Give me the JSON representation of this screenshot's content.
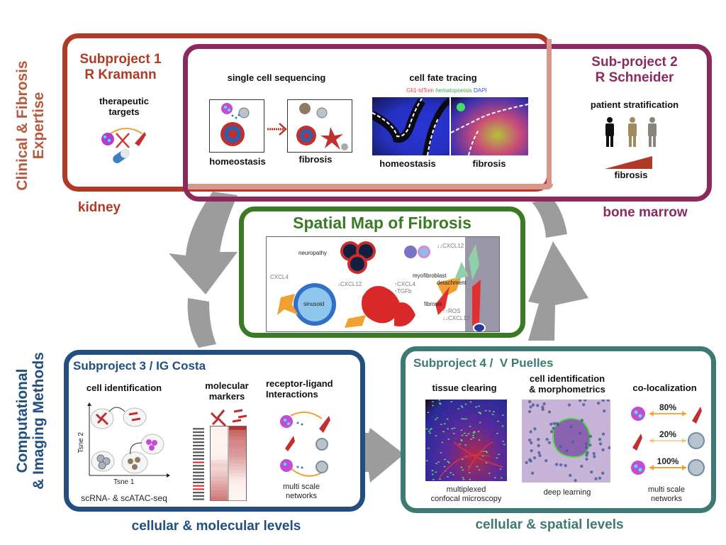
{
  "side_labels": {
    "top": "Clinical & Fibrosis\nExpertise",
    "top_line1": "Clinical & Fibrosis",
    "top_line2": "Expertise",
    "bottom_line1": "Computational",
    "bottom_line2": "& Imaging Methods"
  },
  "colors": {
    "kidney": "#b03a25",
    "kidney_light": "#d9968c",
    "marrow": "#8c2a5e",
    "spatial": "#3a7a25",
    "computational": "#234f80",
    "imaging": "#3e7a73",
    "arrow": "#9c9c9c"
  },
  "subproject1": {
    "title_line1": "Subproject 1",
    "title_line2": "R Kramann",
    "heading_line1": "therapeutic",
    "heading_line2": "targets",
    "organ": "kidney",
    "icon": "drug-target-blocked-icon"
  },
  "shared_panel": {
    "sequencing": {
      "heading": "single cell sequencing",
      "left_label": "homeostasis",
      "right_label": "fibrosis"
    },
    "fate_tracing": {
      "heading": "cell fate tracing",
      "legend": [
        {
          "text": "Gli1-tdTom",
          "color": "#e0404f"
        },
        {
          "text": "hematopoeisis",
          "color": "#3aa84a"
        },
        {
          "text": "DAPI",
          "color": "#3b4fd8"
        }
      ],
      "left_label": "homeostasis",
      "right_label": "fibrosis"
    }
  },
  "subproject2": {
    "title_line1": "Sub-project 2",
    "title_line2": "R Schneider",
    "heading": "patient stratification",
    "gradient_label": "fibrosis",
    "organ": "bone marrow",
    "person_colors": [
      "#111111",
      "#a08a5e",
      "#8a857c"
    ]
  },
  "center": {
    "title": "Spatial Map of Fibrosis",
    "annotations": {
      "neuropathy": "neuropathy",
      "cxcl4": "CXCL4",
      "sinusoid": "sinusoid",
      "down_cxcl12": "↓CXCL12",
      "up_cxcl4": "↑CXCL4",
      "up_tgfb": "↑TGFb",
      "myofibroblast": "myofibroblast",
      "fibrosis": "fibrosis",
      "detachment": "detachment",
      "down2_cxcl12_top": "↓↓CXCL12",
      "up2_ros": "↑↑ROS",
      "down2_cxcl12_bottom": "↓↓CXCL12"
    }
  },
  "subproject3": {
    "title": "Subproject 3 / IG Costa",
    "cell_id": {
      "heading": "cell identification",
      "x_axis": "Tsne 1",
      "y_axis": "Tsne 2",
      "caption": "scRNA- & scATAC-seq"
    },
    "markers": {
      "heading_line1": "molecular",
      "heading_line2": "markers",
      "col1": [
        0.05,
        0.04,
        0.04,
        0.03,
        0.03,
        0.03,
        0.04,
        0.04,
        0.05,
        0.06,
        0.15,
        0.2,
        0.18,
        0.22,
        0.25,
        0.3,
        0.35,
        0.4,
        0.45,
        0.5,
        0.55,
        0.6
      ],
      "col2": [
        0.95,
        0.7,
        0.65,
        0.6,
        0.55,
        0.55,
        0.5,
        0.48,
        0.45,
        0.4,
        0.35,
        0.3,
        0.25,
        0.2,
        0.15,
        0.1,
        0.06,
        0.05,
        0.04,
        0.04,
        0.03,
        0.03
      ],
      "highlighted_rows": [
        10,
        17,
        18
      ]
    },
    "interactions": {
      "heading_line1": "receptor-ligand",
      "heading_line2": "Interactions",
      "caption_line1": "multi scale",
      "caption_line2": "networks"
    },
    "level": "cellular & molecular levels"
  },
  "subproject4": {
    "title": "Subproject 4 /  V Puelles",
    "clearing": {
      "heading": "tissue clearing",
      "caption_line1": "multiplexed",
      "caption_line2": "confocal microscopy"
    },
    "morpho": {
      "heading_line1": "cell identification",
      "heading_line2": "& morphometrics",
      "caption": "deep learning"
    },
    "coloc": {
      "heading": "co-localization",
      "pairs": [
        {
          "value": "80%",
          "strength": 0.8
        },
        {
          "value": "20%",
          "strength": 0.2
        },
        {
          "value": "100%",
          "strength": 1.0
        }
      ],
      "caption_line1": "multi scale",
      "caption_line2": "networks"
    },
    "level": "cellular & spatial levels"
  }
}
